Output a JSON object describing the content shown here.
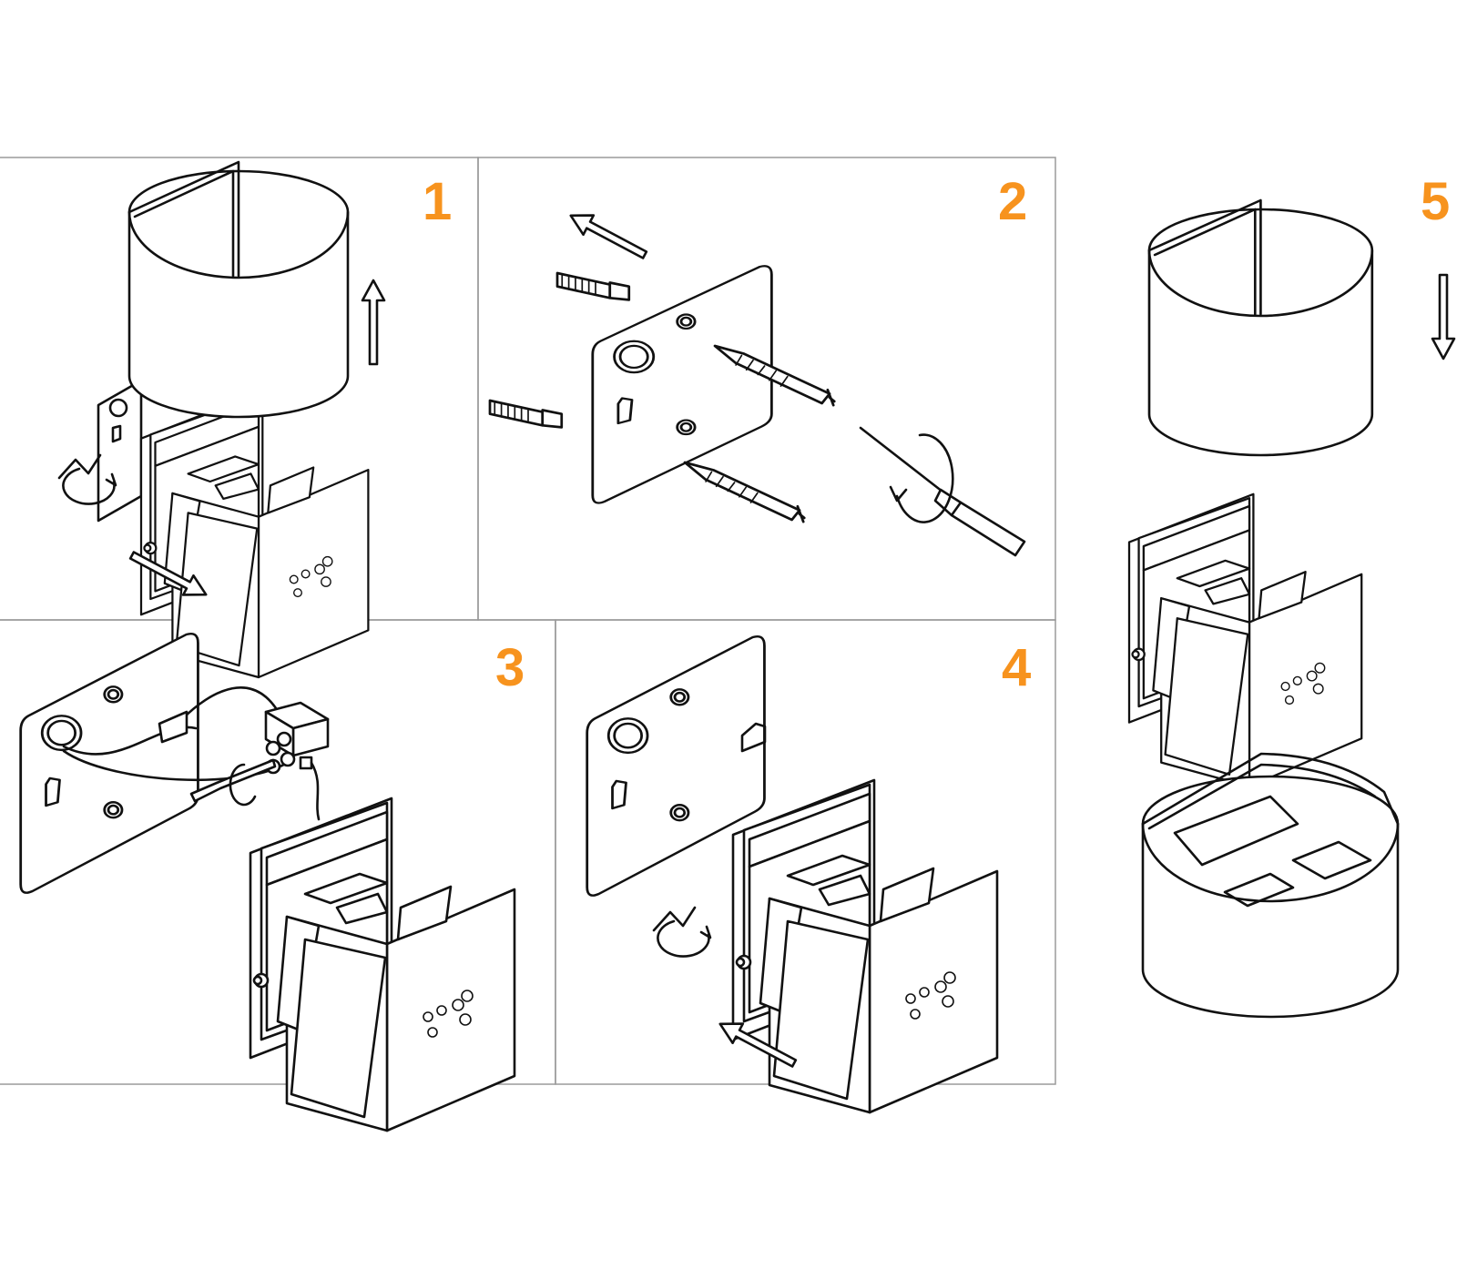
{
  "colors": {
    "step_number": "#f7931e",
    "line": "#111111",
    "frame": "#9a9a9a",
    "background": "#ffffff"
  },
  "steps": [
    {
      "number": "1"
    },
    {
      "number": "2"
    },
    {
      "number": "3"
    },
    {
      "number": "4"
    },
    {
      "number": "5"
    }
  ]
}
